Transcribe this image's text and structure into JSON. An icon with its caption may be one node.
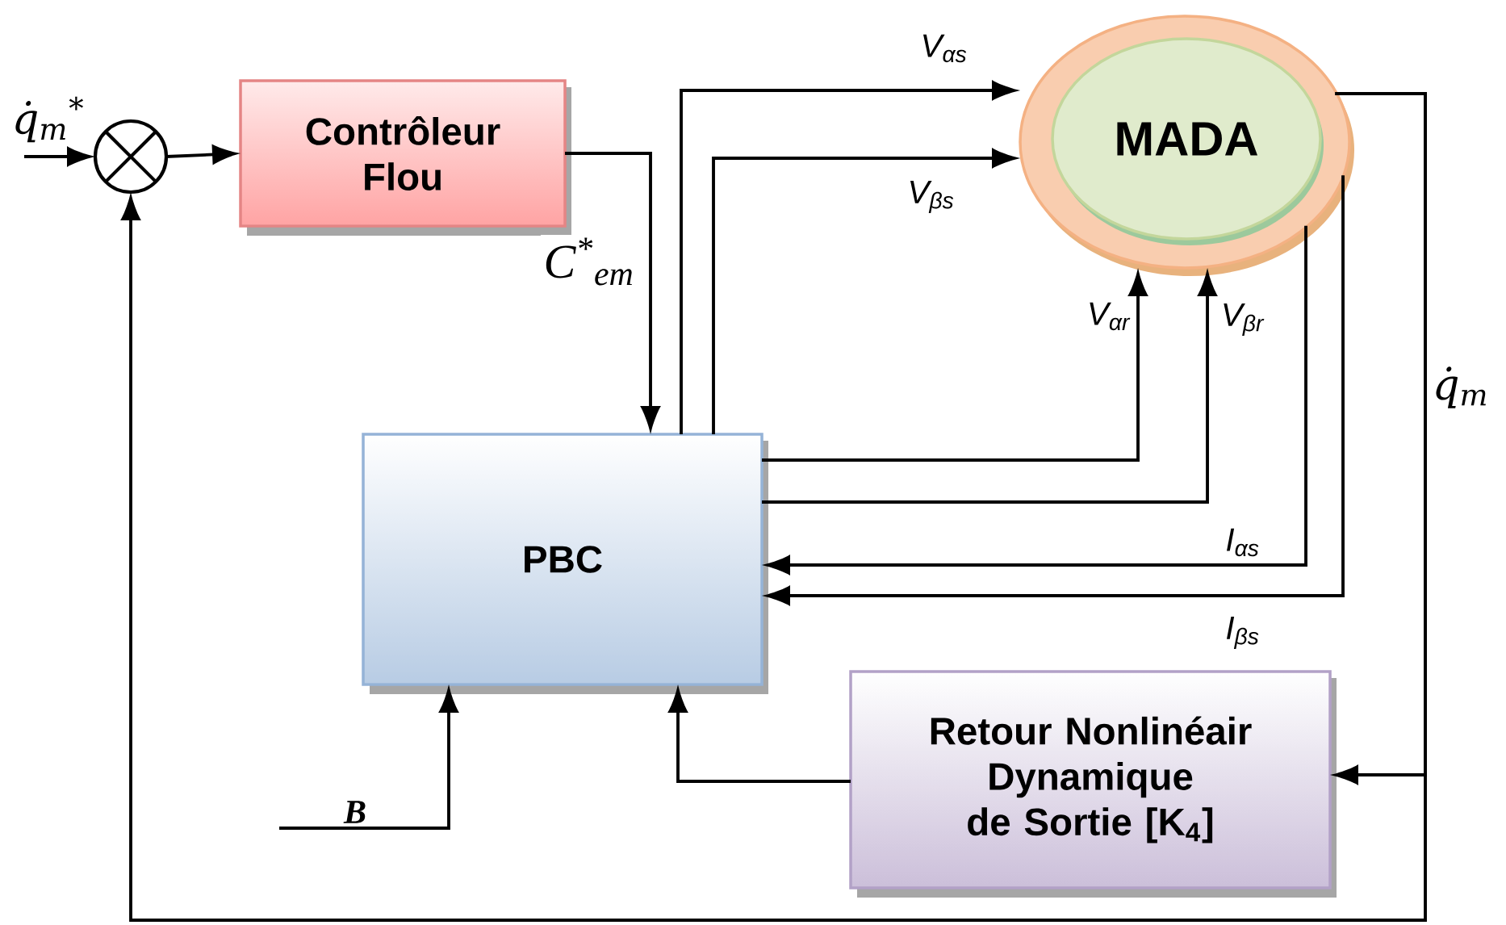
{
  "diagram": {
    "nodes": [
      {
        "text": [],
        "shape": "circle"
      },
      {
        "text": [
          "Contrôleur Flou"
        ]
      },
      {
        "text": [
          "MADA"
        ]
      },
      {
        "text": [
          "PBC"
        ]
      },
      {
        "text": [
          "Retour Nonlinéair Dynamique de Sortie [K$_{4}$]"
        ]
      }
    ],
    "edges": [
      {
        "from": null,
        "to": 0,
        "arrow": "to",
        "label": "q̇$_{m}$$^{*}$"
      },
      {
        "from": 0,
        "to": 1,
        "arrow": "to"
      },
      {
        "from": 1,
        "to": 3,
        "arrow": "to",
        "label": "C$^{*}$$_{em}$"
      },
      {
        "from": 3,
        "to": 2,
        "arrow": "to",
        "label": "V$_{αs}$"
      },
      {
        "from": 3,
        "to": 2,
        "arrow": "to",
        "label": "V$_{βs}$"
      },
      {
        "from": 3,
        "to": 2,
        "arrow": "to",
        "label": "V$_{αr}$"
      },
      {
        "from": 3,
        "to": 2,
        "arrow": "to",
        "label": "V$_{βr}$"
      },
      {
        "from": 2,
        "to": 3,
        "arrow": "to",
        "label": "I$_{αs}$"
      },
      {
        "from": 2,
        "to": 3,
        "arrow": "to",
        "label": "I$_{βs}$"
      },
      {
        "from": 2,
        "to": 4,
        "arrow": "to",
        "label": "q̇$_{m}$"
      },
      {
        "from": 2,
        "to": 0,
        "arrow": "to"
      },
      {
        "from": 4,
        "to": 3,
        "arrow": "to"
      },
      {
        "from": null,
        "to": 3,
        "arrow": "to",
        "label": "B"
      }
    ]
  }
}
